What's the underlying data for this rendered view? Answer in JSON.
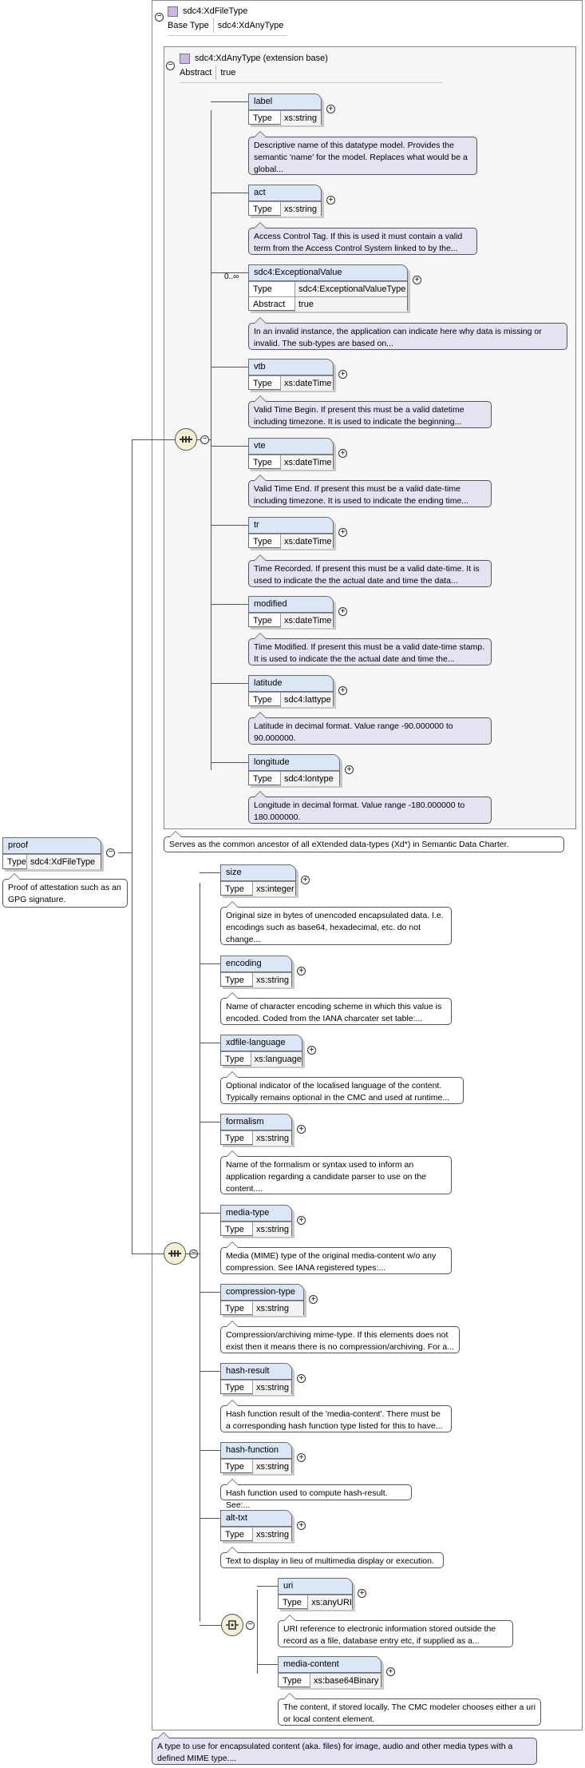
{
  "root": {
    "name": "proof",
    "type_key": "Type",
    "type_value": "sdc4:XdFileType",
    "doc": "Proof of attestation such as an GPG signature."
  },
  "file_type": {
    "title": "sdc4:XdFileType",
    "base_type_key": "Base Type",
    "base_type_value": "sdc4:XdAnyType",
    "doc": "A type to use for encapsulated content (aka. files) for image, audio and other media types with a defined MIME type...."
  },
  "any_type": {
    "title": "sdc4:XdAnyType (extension base)",
    "abstract_key": "Abstract",
    "abstract_value": "true",
    "doc": "Serves as the common ancestor of all eXtended data-types (Xd*) in Semantic Data Charter."
  },
  "base_elements": [
    {
      "name": "label",
      "type": "xs:string",
      "doc": "Descriptive name of this datatype model. Provides the semantic 'name' for the model. Replaces what would be a global..."
    },
    {
      "name": "act",
      "type": "xs:string",
      "doc": "Access Control Tag. If this is used it must contain a valid term from the Access Control System linked to by the..."
    },
    {
      "name": "sdc4:ExceptionalValue",
      "type": "sdc4:ExceptionalValueType",
      "abstract": "true",
      "cardinality": "0..∞",
      "doc": "In an invalid instance, the application can indicate here why data is missing or invalid. The sub-types are based on..."
    },
    {
      "name": "vtb",
      "type": "xs:dateTime",
      "doc": "Valid Time Begin. If present this must be a valid datetime including timezone. It is used to indicate the beginning..."
    },
    {
      "name": "vte",
      "type": "xs:dateTime",
      "doc": "Valid Time End. If present this must be a valid date-time including timezone. It is used to indicate the ending time..."
    },
    {
      "name": "tr",
      "type": "xs:dateTime",
      "doc": "Time Recorded. If present this must be a valid date-time. It is used to indicate the the actual date and time the data..."
    },
    {
      "name": "modified",
      "type": "xs:dateTime",
      "doc": "Time Modified. If present this must be a valid date-time stamp. It is used to indicate the the actual date and time the..."
    },
    {
      "name": "latitude",
      "type": "sdc4:lattype",
      "doc": "Latitude in decimal format. Value range -90.000000 to 90.000000."
    },
    {
      "name": "longitude",
      "type": "sdc4:lontype",
      "doc": "Longitude in decimal format. Value range -180.000000 to 180.000000."
    }
  ],
  "file_elements": [
    {
      "name": "size",
      "type": "xs:integer",
      "doc": "Original size in bytes of unencoded encapsulated data. I.e. encodings such as base64, hexadecimal, etc. do not change..."
    },
    {
      "name": "encoding",
      "type": "xs:string",
      "doc": "Name of character encoding scheme in which this value is encoded. Coded from the IANA charcater set table:..."
    },
    {
      "name": "xdfile-language",
      "type": "xs:language",
      "doc": "Optional indicator of the localised language of the content. Typically remains optional in the CMC and used at runtime..."
    },
    {
      "name": "formalism",
      "type": "xs:string",
      "doc": "Name of the formalism or syntax used to inform an application regarding a candidate parser to use on the content...."
    },
    {
      "name": "media-type",
      "type": "xs:string",
      "doc": "Media (MIME) type of the original media-content w/o any compression. See IANA registered types:..."
    },
    {
      "name": "compression-type",
      "type": "xs:string",
      "doc": "Compression/archiving mime-type. If this elements does not exist then it means there is no compression/archiving. For a..."
    },
    {
      "name": "hash-result",
      "type": "xs:string",
      "doc": "Hash function result of the 'media-content'. There must be a corresponding hash function type listed for this to have..."
    },
    {
      "name": "hash-function",
      "type": "xs:string",
      "doc": "Hash function used to compute hash-result. See:..."
    },
    {
      "name": "alt-txt",
      "type": "xs:string",
      "doc": "Text to display in lieu of multimedia display or execution."
    }
  ],
  "choice_elements": [
    {
      "name": "uri",
      "type": "xs:anyURI",
      "doc": "URI reference to electronic information stored outside the record as a file, database entry etc, if supplied as a..."
    },
    {
      "name": "media-content",
      "type": "xs:base64Binary",
      "doc": "The content, if stored locally. The CMC modeler chooses either a uri or local content element."
    }
  ],
  "labels": {
    "type_key": "Type",
    "abstract_key": "Abstract"
  },
  "colors": {
    "header": "#dbe6f6",
    "doc_lavender": "#e6e2f1",
    "compositor": "#f4f0d6"
  },
  "icons": [
    "sequence-icon",
    "choice-icon",
    "expand-plus-icon",
    "collapse-minus-icon",
    "complex-type-icon"
  ]
}
